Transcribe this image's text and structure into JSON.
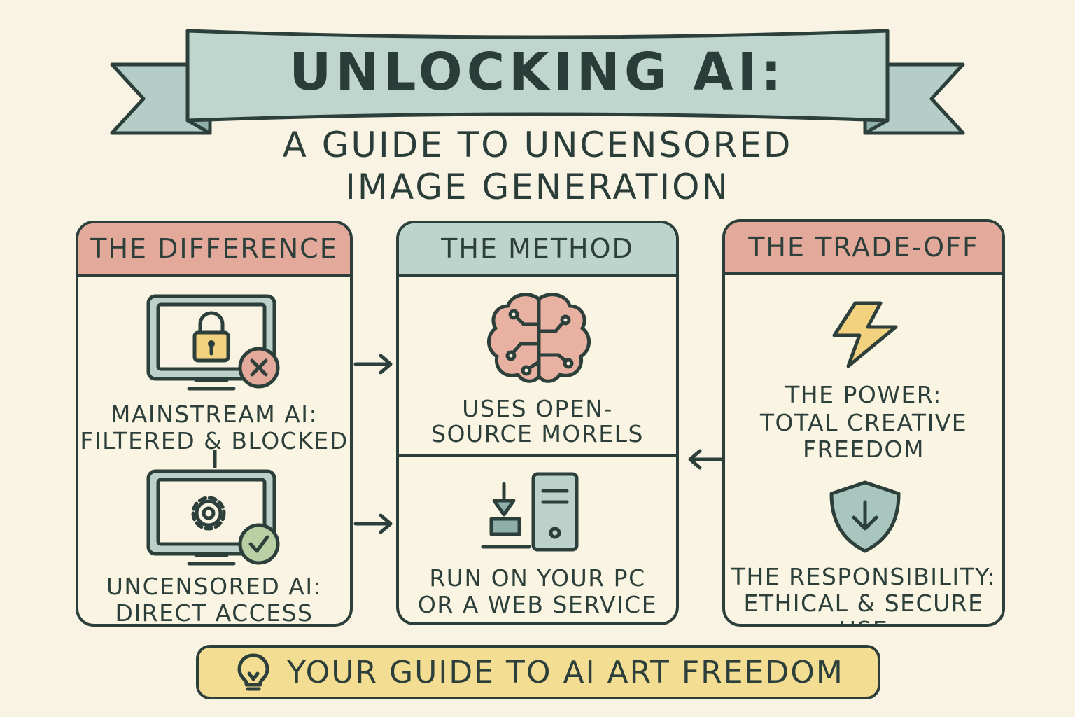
{
  "title": "UNLOCKING AI:",
  "subtitle": {
    "line1": "A GUIDE TO UNCENSORED",
    "line2": "IMAGE GENERATION"
  },
  "panels": {
    "difference": {
      "header": "THE DIFFERENCE",
      "header_color": "#e3a99a",
      "item1": {
        "line1": "MAINSTREAM AI:",
        "line2": "FILTERED & BLOCKED",
        "icon": "locked-monitor-icon"
      },
      "item2": {
        "line1": "UNCENSORED AI:",
        "line2": "DIRECT ACCESS",
        "icon": "gear-monitor-icon"
      }
    },
    "method": {
      "header": "THE METHOD",
      "header_color": "#bdd4cc",
      "item1": {
        "line1": "USES OPEN-",
        "line2": "SOURCE MORELS",
        "icon": "brain-circuit-icon"
      },
      "item2": {
        "line1": "RUN ON YOUR PC",
        "line2": "OR A WEB SERVICE",
        "icon": "download-pc-icon"
      }
    },
    "tradeoff": {
      "header": "THE TRADE-OFF",
      "header_color": "#e3a99a",
      "item1": {
        "line1": "THE POWER:",
        "line2": "TOTAL CREATIVE",
        "line3": "FREEDOM",
        "icon": "lightning-bolt-icon"
      },
      "item2": {
        "line1": "THE RESPONSIBILITY:",
        "line2": "ETHICAL & SECURE USE",
        "icon": "shield-icon"
      }
    }
  },
  "footer": {
    "text": "YOUR GUIDE TO AI ART FREEDOM",
    "icon": "lightbulb-icon",
    "color": "#f3dd92"
  }
}
